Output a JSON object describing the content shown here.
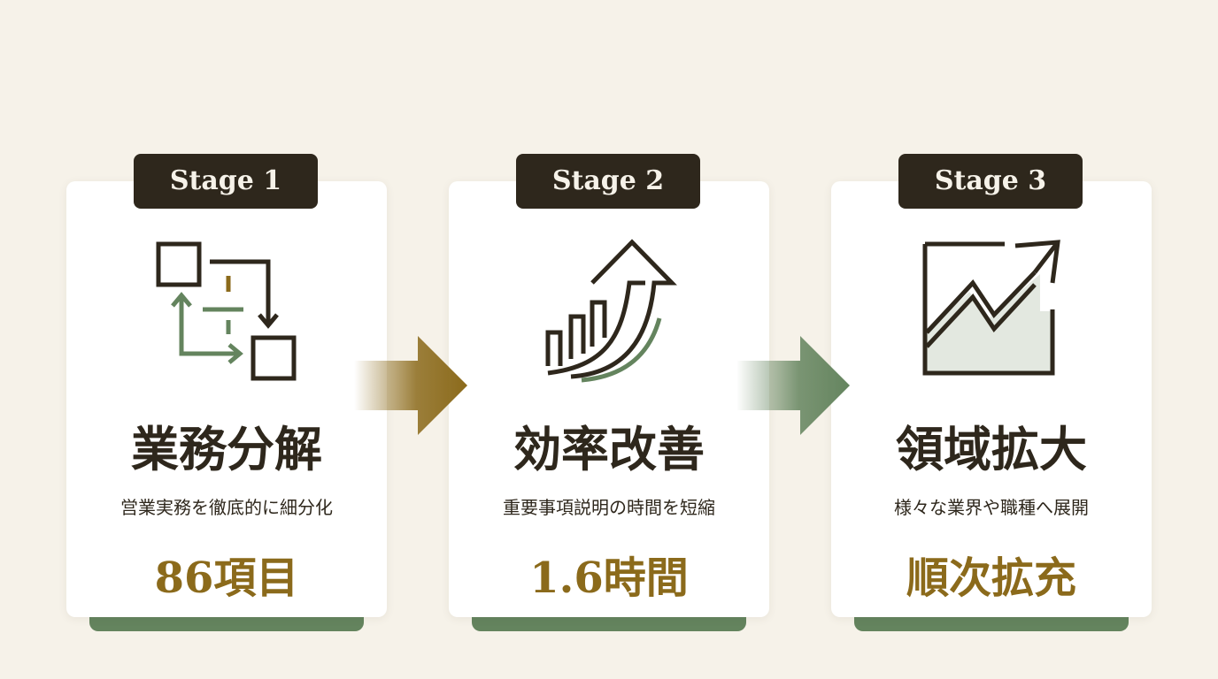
{
  "stages": [
    {
      "badge": "Stage 1",
      "title": "業務分解",
      "description": "営業実務を徹底的に細分化",
      "metric": "86項目",
      "icon": "process-flow-icon"
    },
    {
      "badge": "Stage 2",
      "title": "効率改善",
      "description": "重要事項説明の時間を短縮",
      "metric": "1.6時間",
      "icon": "growth-arrow-icon"
    },
    {
      "badge": "Stage 3",
      "title": "領域拡大",
      "description": "様々な業界や職種へ展開",
      "metric": "順次拡充",
      "icon": "trend-chart-icon"
    }
  ],
  "colors": {
    "background": "#f6f2e9",
    "dark": "#2e271c",
    "gold": "#8b6a1b",
    "green": "#64845e"
  }
}
